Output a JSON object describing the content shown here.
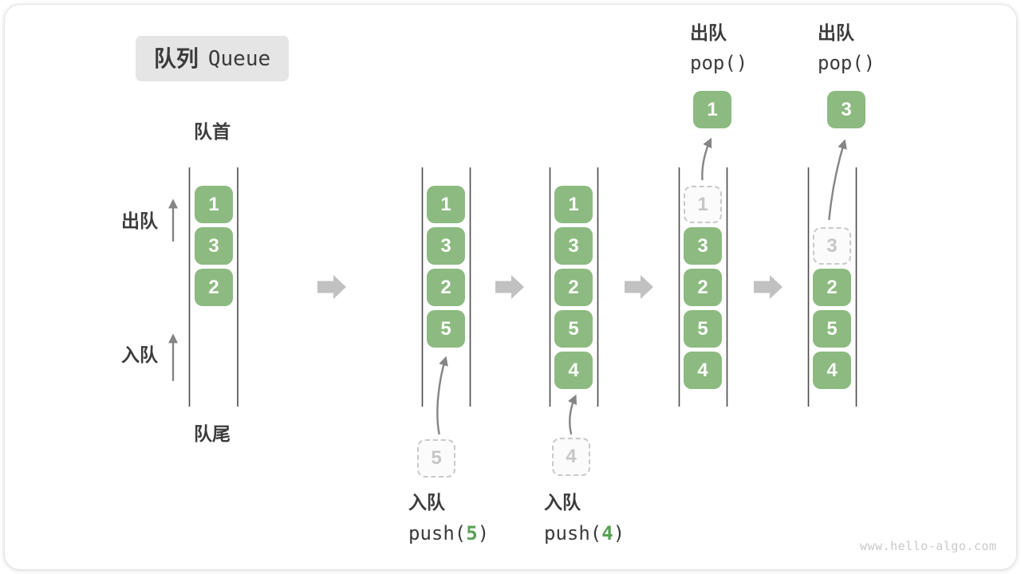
{
  "title": {
    "zh": "队列",
    "en": "Queue"
  },
  "labels": {
    "front": "队首",
    "rear": "队尾",
    "dequeue_side": "出队",
    "enqueue_side": "入队"
  },
  "watermark": "www.hello-algo.com",
  "colors": {
    "box-green": "#8cba80",
    "box-text": "#fbfdfa",
    "code-green": "#5aa053",
    "ghost-border": "#c9c9c9",
    "ghost-text": "#c6c6c6",
    "ghost-bg": "#fbfbfb",
    "text-dark": "#3b3b3b",
    "title-bg": "#e5e5e5",
    "block-arrow": "#c1c1c1",
    "thin-arrow": "#858585",
    "channel-line": "#4a4a4a",
    "watermark-color": "#c9c9c9"
  },
  "states": [
    {
      "name": "initial",
      "cells": [
        "1",
        "3",
        "2"
      ]
    },
    {
      "name": "after-push-5",
      "cells": [
        "1",
        "3",
        "2",
        "5"
      ],
      "incoming": "5",
      "op_zh": "入队",
      "op_code_prefix": "push(",
      "op_arg": "5",
      "op_code_suffix": ")"
    },
    {
      "name": "after-push-4",
      "cells": [
        "1",
        "3",
        "2",
        "5",
        "4"
      ],
      "incoming": "4",
      "op_zh": "入队",
      "op_code_prefix": "push(",
      "op_arg": "4",
      "op_code_suffix": ")"
    },
    {
      "name": "after-pop-1",
      "ghost": "1",
      "cells": [
        "3",
        "2",
        "5",
        "4"
      ],
      "popped": "1",
      "op_zh": "出队",
      "op_code": "pop()"
    },
    {
      "name": "after-pop-3",
      "ghost": "3",
      "cells": [
        "2",
        "5",
        "4"
      ],
      "popped": "3",
      "op_zh": "出队",
      "op_code": "pop()"
    }
  ]
}
